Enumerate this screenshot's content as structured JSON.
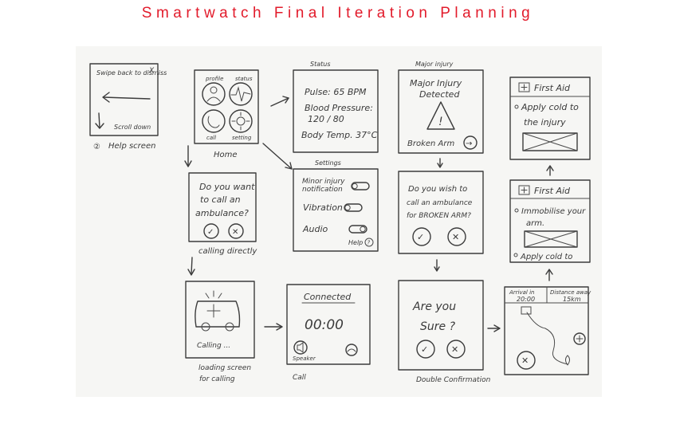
{
  "title": "Smartwatch Final Iteration Planning",
  "help": {
    "swipe": "Swipe back to dismiss",
    "close": "X",
    "scroll": "Scroll down",
    "marker": "②",
    "screen": "Help screen"
  },
  "home": {
    "profile": "profile",
    "status": "status",
    "call": "call",
    "setting": "setting",
    "caption": "Home"
  },
  "status": {
    "caption": "Status",
    "pulse": "Pulse: 65 BPM",
    "bp_label": "Blood Pressure:",
    "bp_value": "120 / 80",
    "temp": "Body Temp. 37°C"
  },
  "settings": {
    "caption": "Settings",
    "minor_1": "Minor injury",
    "minor_2": "notification",
    "vibration": "Vibration",
    "audio": "Audio",
    "help": "Help",
    "help_marker": "?"
  },
  "major": {
    "caption": "Major injury",
    "line1": "Major Injury",
    "line2": "Detected",
    "warn": "!",
    "injury": "Broken Arm",
    "arrow": "→"
  },
  "first_aid_1": {
    "title": "First Aid",
    "step1": "Apply cold to",
    "step2": "the injury"
  },
  "first_aid_2": {
    "title": "First Aid",
    "step1": "Immobilise your",
    "step2": "arm.",
    "step3": "Apply cold to"
  },
  "ask_call": {
    "l1": "Do you want",
    "l2": "to call an",
    "l3": "ambulance?",
    "yes": "✓",
    "no": "✕",
    "note": "calling directly"
  },
  "ask_call_injury": {
    "l1": "Do you wish to",
    "l2": "call an ambulance",
    "l3": "for BROKEN ARM?",
    "yes": "✓",
    "no": "✕"
  },
  "calling": {
    "label": "Calling ...",
    "caption1": "loading screen",
    "caption2": "for calling"
  },
  "connected": {
    "title": "Connected",
    "timer": "00:00",
    "speaker": "Speaker",
    "caption": "Call"
  },
  "confirm": {
    "l1": "Are you",
    "l2": "Sure ?",
    "yes": "✓",
    "no": "✕",
    "caption": "Double Confirmation"
  },
  "map": {
    "arrival_label": "Arrival in",
    "arrival_time": "20:00",
    "distance_label": "Distance away",
    "distance_value": "15km",
    "no": "✕"
  }
}
